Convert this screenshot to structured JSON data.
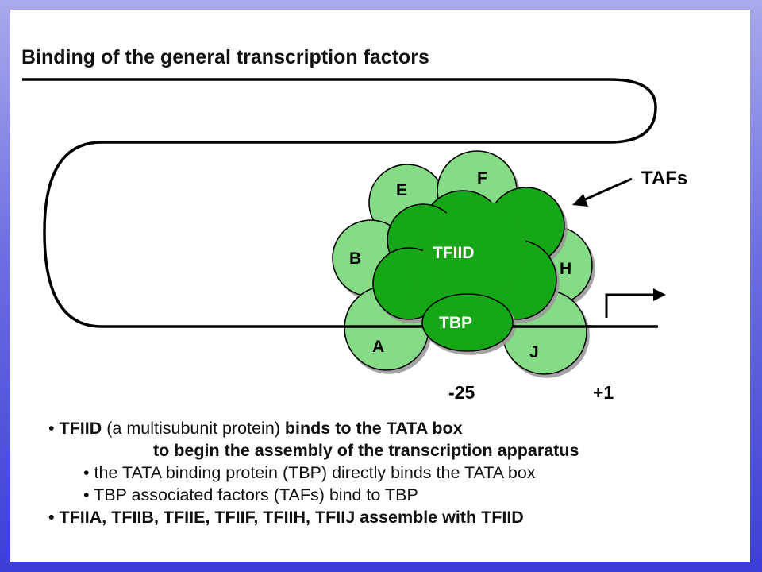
{
  "title": "Binding of the general transcription factors",
  "diagram": {
    "labels": {
      "tafs": "TAFs",
      "tfiid": "TFIID",
      "tbp": "TBP",
      "e": "E",
      "f": "F",
      "b": "B",
      "h": "H",
      "a": "A",
      "j": "J",
      "minus25": "-25",
      "plus1": "+1"
    },
    "colors": {
      "light_green": "#86dc86",
      "dark_green": "#13a713",
      "outline": "#000000"
    }
  },
  "bullets": {
    "l1_bold1": "TFIID",
    "l1_normal": "(a multisubunit protein)",
    "l1_bold2": "binds to the TATA box",
    "l2": "to begin the assembly of the transcription apparatus",
    "l3": "the TATA binding protein (TBP) directly binds the TATA box",
    "l4": "TBP associated factors (TAFs) bind to TBP",
    "l5": "TFIIA, TFIIB, TFIIE, TFIIF, TFIIH, TFIIJ assemble with TFIID"
  }
}
